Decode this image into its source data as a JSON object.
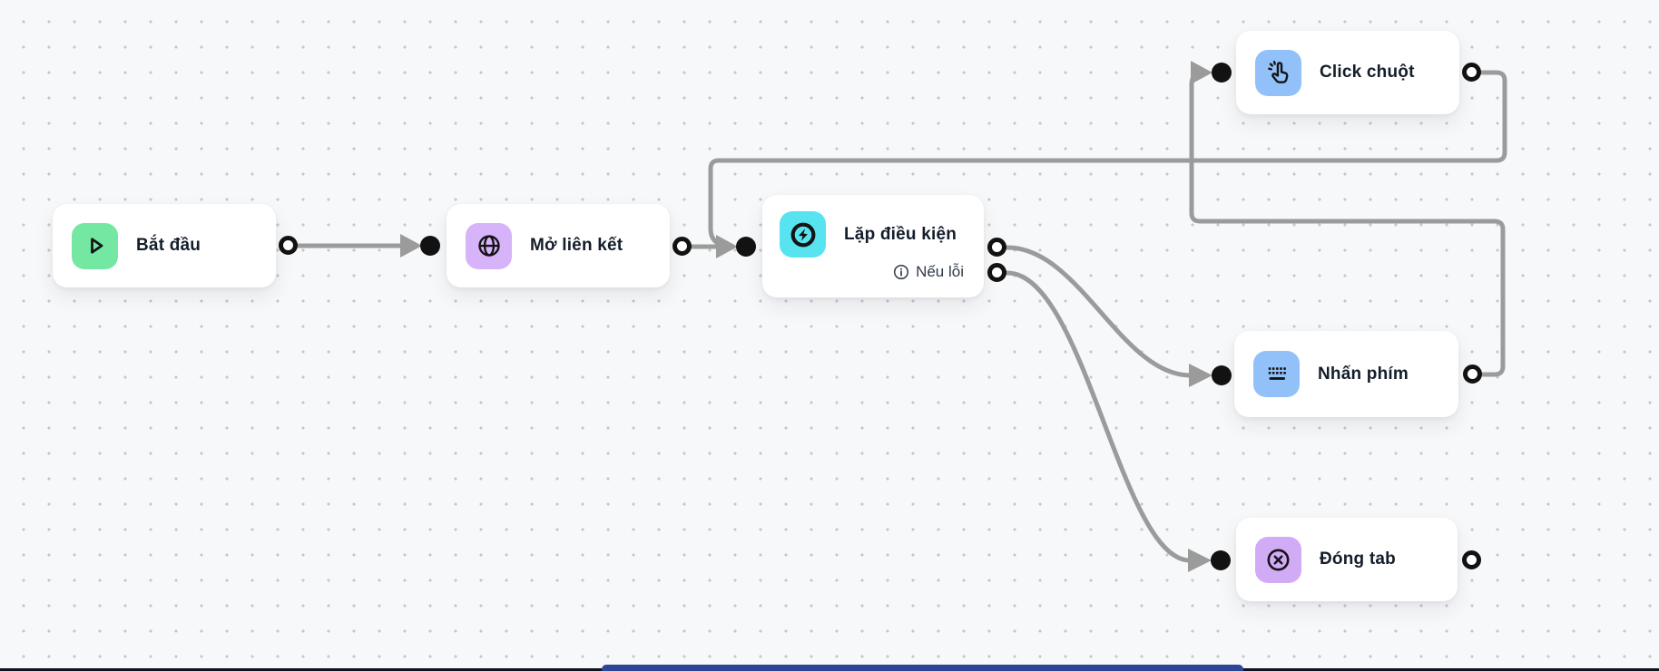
{
  "canvas": {
    "background": "#f7f8f9",
    "dot_color": "#c6c7cb",
    "wire_color": "#9b9b9b"
  },
  "nodes": [
    {
      "id": "start",
      "label": "Bắt đầu",
      "icon": "play-icon",
      "icon_bg": "#74e8a3"
    },
    {
      "id": "open-link",
      "label": "Mở liên kết",
      "icon": "globe-icon",
      "icon_bg": "#d7b3fa"
    },
    {
      "id": "loop-condition",
      "label": "Lặp điều kiện",
      "icon": "loop-icon",
      "icon_bg": "#57e3f0",
      "error_label": "Nếu lỗi"
    },
    {
      "id": "click-mouse",
      "label": "Click chuột",
      "icon": "tap-icon",
      "icon_bg": "#92c1fa"
    },
    {
      "id": "press-key",
      "label": "Nhấn phím",
      "icon": "keyboard-icon",
      "icon_bg": "#92c1fa"
    },
    {
      "id": "close-tab",
      "label": "Đóng tab",
      "icon": "x-circle-icon",
      "icon_bg": "#d2abf7"
    }
  ],
  "edges": [
    {
      "from": "start",
      "port": "output",
      "to": "open-link"
    },
    {
      "from": "open-link",
      "port": "output",
      "to": "loop-condition"
    },
    {
      "from": "loop-condition",
      "port": "output",
      "to": "press-key"
    },
    {
      "from": "loop-condition",
      "port": "error",
      "to": "close-tab"
    },
    {
      "from": "press-key",
      "port": "output",
      "to": "click-mouse"
    },
    {
      "from": "click-mouse",
      "port": "output",
      "to": "loop-condition"
    }
  ]
}
